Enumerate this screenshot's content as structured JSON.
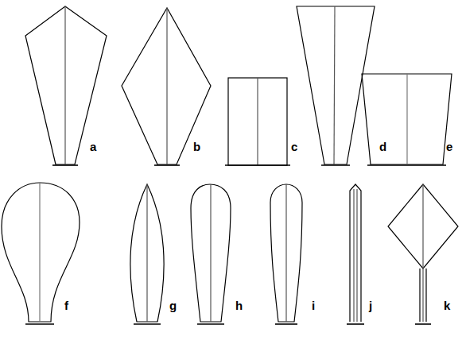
{
  "diagram": {
    "labels": [
      "a",
      "b",
      "c",
      "d",
      "e",
      "f",
      "g",
      "h",
      "i",
      "j",
      "k"
    ]
  }
}
